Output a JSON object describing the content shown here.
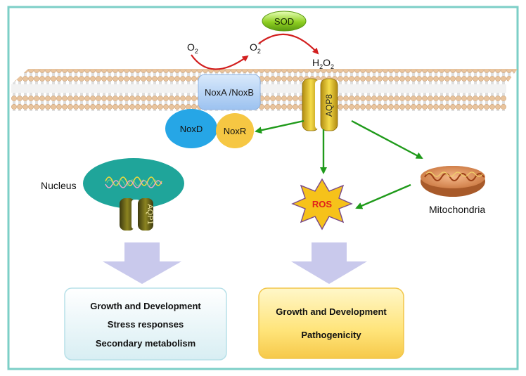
{
  "labels": {
    "sod": "SOD",
    "o2": "O",
    "o2_sub": "2",
    "superoxide": "O",
    "superoxide_sub": "2",
    "superoxide_sup": "·-",
    "h2o2_h": "H",
    "h2o2_sub1": "2",
    "h2o2_o": "O",
    "h2o2_sub2": "2",
    "nox_ab": "NoxA /NoxB",
    "nox_d": "NoxD",
    "nox_r": "NoxR",
    "aqp8": "AQP8",
    "aqp1": "AQP1",
    "nucleus": "Nucleus",
    "ros": "ROS",
    "mitochondria": "Mitochondria"
  },
  "outcome_left": {
    "line1": "Growth and Development",
    "line2": "Stress responses",
    "line3": "Secondary metabolism"
  },
  "outcome_right": {
    "line1": "Growth and Development",
    "line2": "Pathogenicity"
  },
  "colors": {
    "frame": "#7ccfc7",
    "membrane_head": "#e9c49d",
    "nox_ab": "#a9cbf2",
    "nox_d": "#26a6e6",
    "nox_r": "#f6c743",
    "sod": "#8fcf22",
    "aqp": "#e6c21a",
    "nucleus": "#1fa59a",
    "ros_star": "#f6c21a",
    "ros_text": "#e0201b",
    "red_arrow": "#d21f1f",
    "green_arrow": "#1f9a1a",
    "big_arrow": "#c9c9ec",
    "box_left": "#e6f4f7",
    "box_right": "#ffe98c"
  }
}
